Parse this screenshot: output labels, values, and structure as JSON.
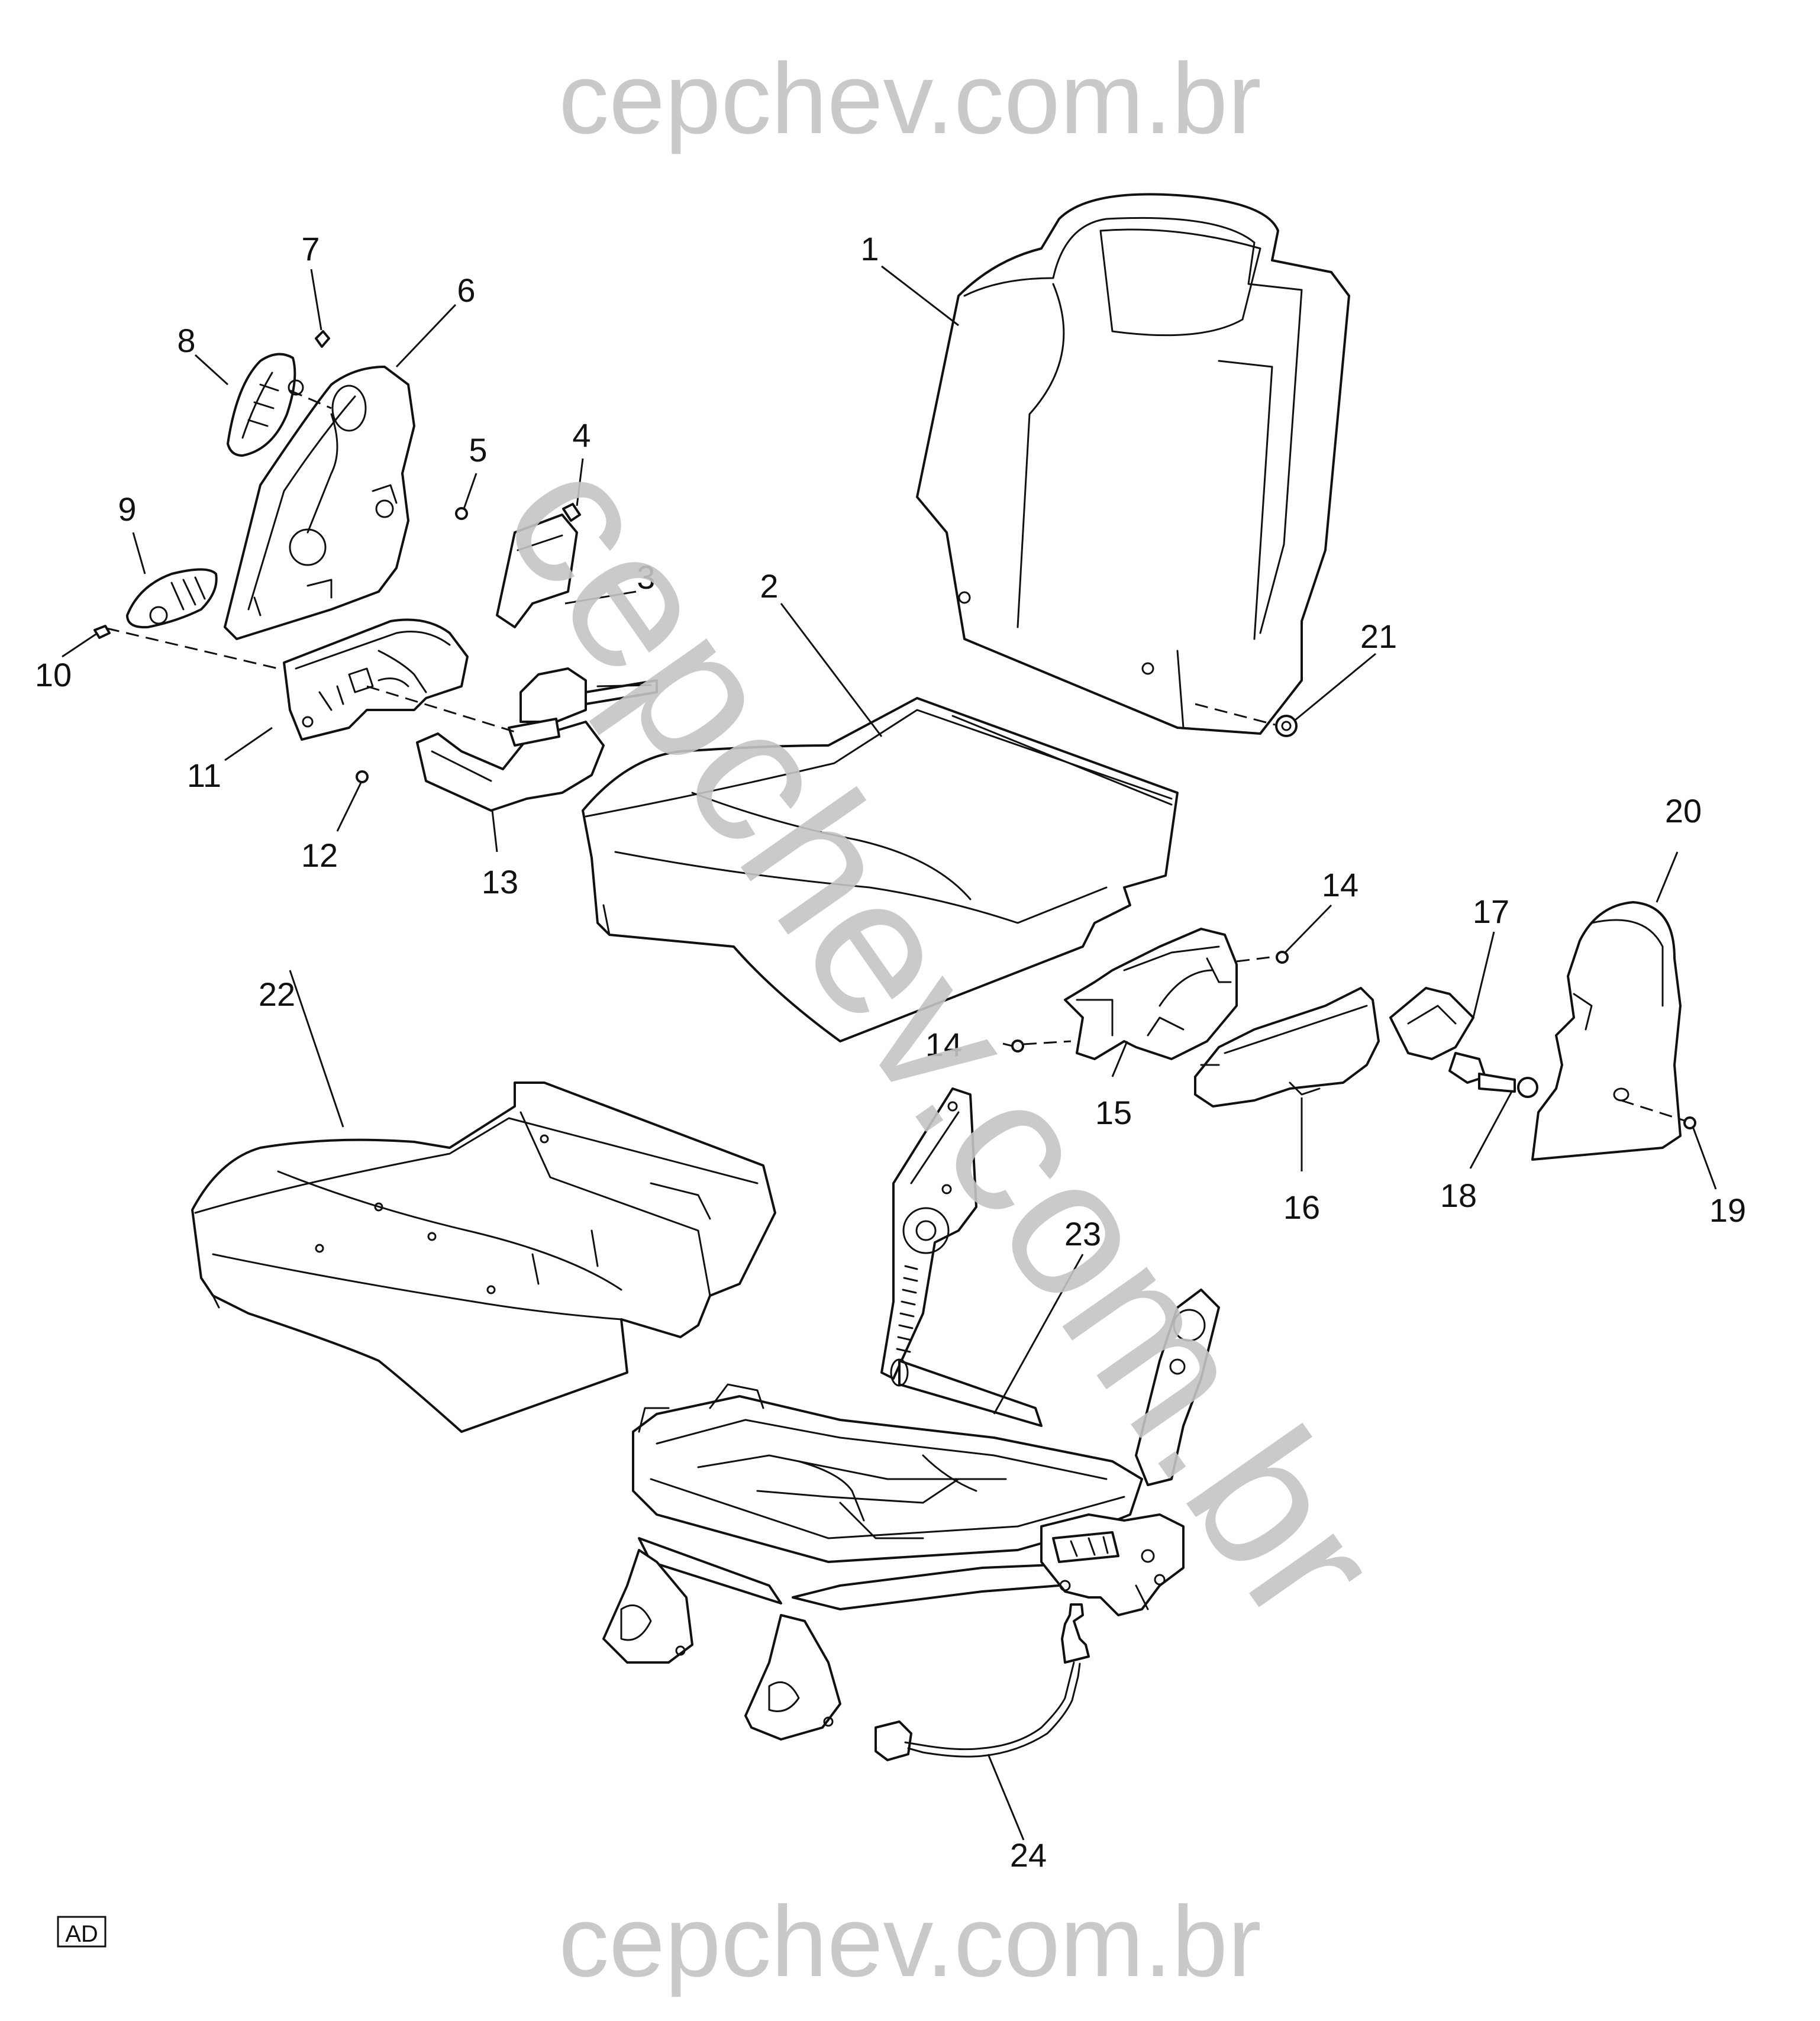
{
  "watermark": {
    "top": "cepchev.com.br",
    "bottom": "cepchev.com.br",
    "diagonal": "cepchev.com.br",
    "color": "#c9c9c9"
  },
  "corner_code": "AD",
  "callouts": {
    "n1": "1",
    "n2": "2",
    "n3": "3",
    "n4": "4",
    "n5": "5",
    "n6": "6",
    "n7": "7",
    "n8": "8",
    "n9": "9",
    "n10": "10",
    "n11": "11",
    "n12": "12",
    "n13": "13",
    "n14a": "14",
    "n14b": "14",
    "n15": "15",
    "n16": "16",
    "n17": "17",
    "n18": "18",
    "n19": "19",
    "n20": "20",
    "n21": "21",
    "n22": "22",
    "n23": "23",
    "n24": "24"
  }
}
